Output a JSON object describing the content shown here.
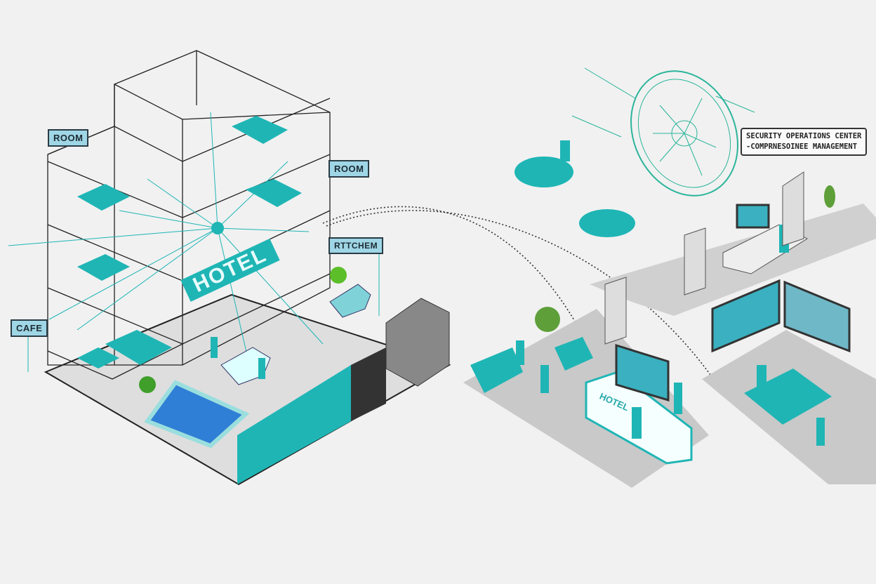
{
  "labels": {
    "room_left": "ROOM",
    "room_right": "ROOM",
    "cafe": "CAFE",
    "kitchen": "RTTCHEM",
    "hotel_sign": "HOTEL",
    "desk_sign": "HOTEL"
  },
  "soc_callout": {
    "line1": "SECURITY OPERATIONS CENTER",
    "line2": "-COMPRNESOINEE MANAGEMENT"
  },
  "colors": {
    "accent": "#1fb5b5",
    "label_bg": "#9fd6e6",
    "floor": "#c9c9c9",
    "background": "#f1f1f1"
  }
}
